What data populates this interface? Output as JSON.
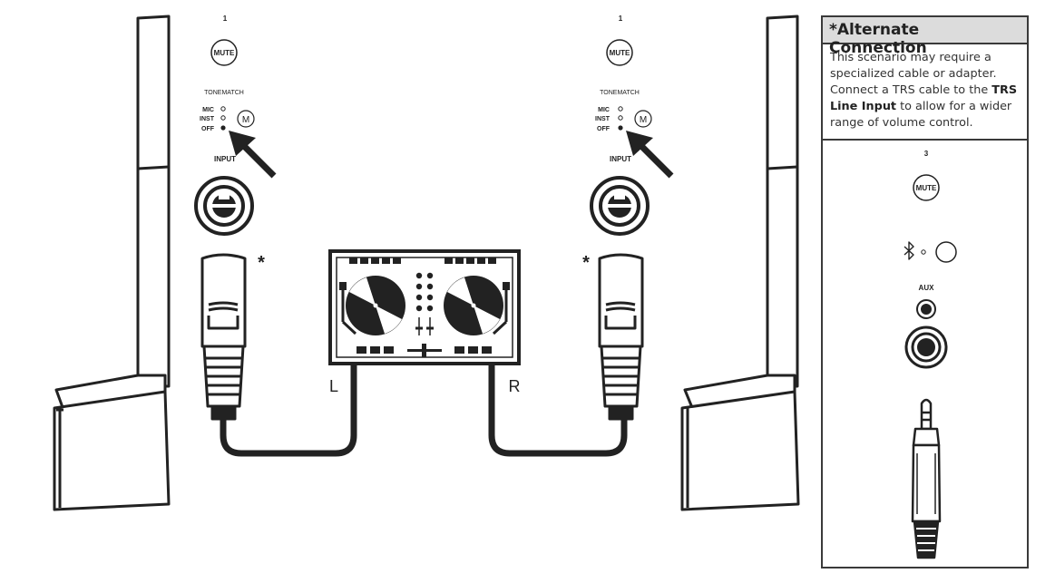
{
  "speakers": [
    {
      "channel_number": "1",
      "mute_label": "MUTE",
      "tonematch_label": "TONEMATCH",
      "modes": [
        "MIC",
        "INST",
        "OFF"
      ],
      "input_label": "INPUT",
      "asterisk": "*"
    },
    {
      "channel_number": "1",
      "mute_label": "MUTE",
      "tonematch_label": "TONEMATCH",
      "modes": [
        "MIC",
        "INST",
        "OFF"
      ],
      "input_label": "INPUT",
      "asterisk": "*"
    }
  ],
  "mixer": {
    "left_output": "L",
    "right_output": "R"
  },
  "alternate": {
    "title": "*Alternate Connection",
    "text_before": "This scenario may require a specialized cable or adapter. Connect a TRS cable to the ",
    "text_bold": "TRS Line Input",
    "text_after": " to allow for a wider range of volume control.",
    "channel_number": "3",
    "mute_label": "MUTE",
    "aux_label": "AUX"
  }
}
